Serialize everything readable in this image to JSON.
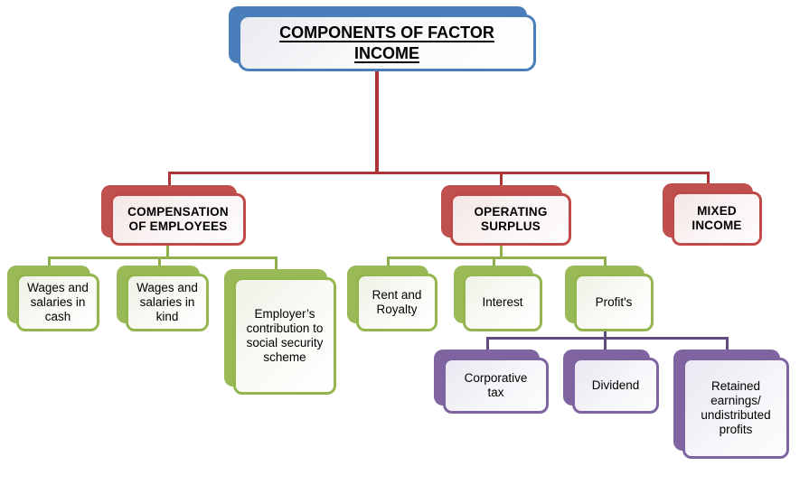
{
  "diagram": {
    "type": "hierarchy",
    "accent_colors": {
      "level1_blue": "#4a7ebb",
      "level2_red": "#c0504d",
      "level3_green": "#9aba58",
      "level4_purple": "#8064a2"
    },
    "connector_colors": {
      "red": "#ae3436",
      "green": "#8fb04c",
      "purple": "#5e4a7d"
    }
  },
  "nodes": {
    "title": {
      "label": "COMPONENTS OF FACTOR INCOME",
      "color": "#4a7ebb",
      "parent": null
    },
    "compensation": {
      "label": "COMPENSATION OF EMPLOYEES",
      "color": "#c0504d",
      "parent": "title"
    },
    "operating": {
      "label": "OPERATING SURPLUS",
      "color": "#c0504d",
      "parent": "title"
    },
    "mixed": {
      "label": "MIXED INCOME",
      "color": "#c0504d",
      "parent": "title"
    },
    "wages_cash": {
      "label": "Wages and salaries in cash",
      "color": "#9aba58",
      "parent": "compensation"
    },
    "wages_kind": {
      "label": "Wages and salaries in kind",
      "color": "#9aba58",
      "parent": "compensation"
    },
    "employer_contribution": {
      "label": "Employer’s contribution to social security scheme",
      "color": "#9aba58",
      "parent": "compensation"
    },
    "rent_royalty": {
      "label": "Rent and Royalty",
      "color": "#9aba58",
      "parent": "operating"
    },
    "interest": {
      "label": "Interest",
      "color": "#9aba58",
      "parent": "operating"
    },
    "profits": {
      "label": "Profit's",
      "color": "#9aba58",
      "parent": "operating"
    },
    "corporative_tax": {
      "label": "Corporative tax",
      "color": "#8064a2",
      "parent": "profits"
    },
    "dividend": {
      "label": "Dividend",
      "color": "#8064a2",
      "parent": "profits"
    },
    "retained_earnings": {
      "label": "Retained earnings/ undistributed profits",
      "color": "#8064a2",
      "parent": "profits"
    }
  }
}
